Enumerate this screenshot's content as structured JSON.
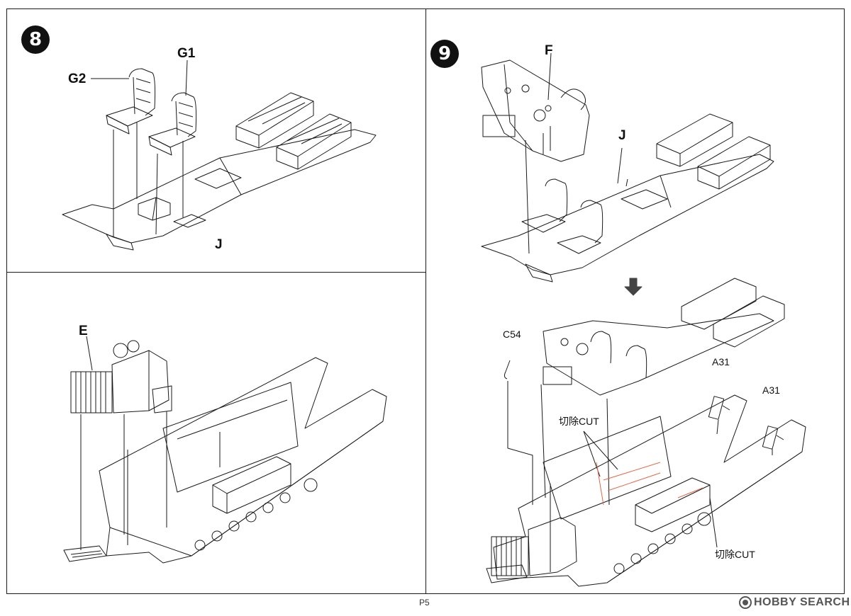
{
  "steps": {
    "step8": {
      "number": "8"
    },
    "step9": {
      "number": "9"
    }
  },
  "parts": {
    "g1": "G1",
    "g2": "G2",
    "j": "J",
    "e": "E",
    "f": "F",
    "c54": "C54",
    "a31": "A31"
  },
  "cut_label": "切除CUT",
  "page_number": "P5",
  "watermark": {
    "brand": "HOBBY SEARCH"
  },
  "colors": {
    "line": "#1a1a1a",
    "cut": "#e06a4a"
  }
}
